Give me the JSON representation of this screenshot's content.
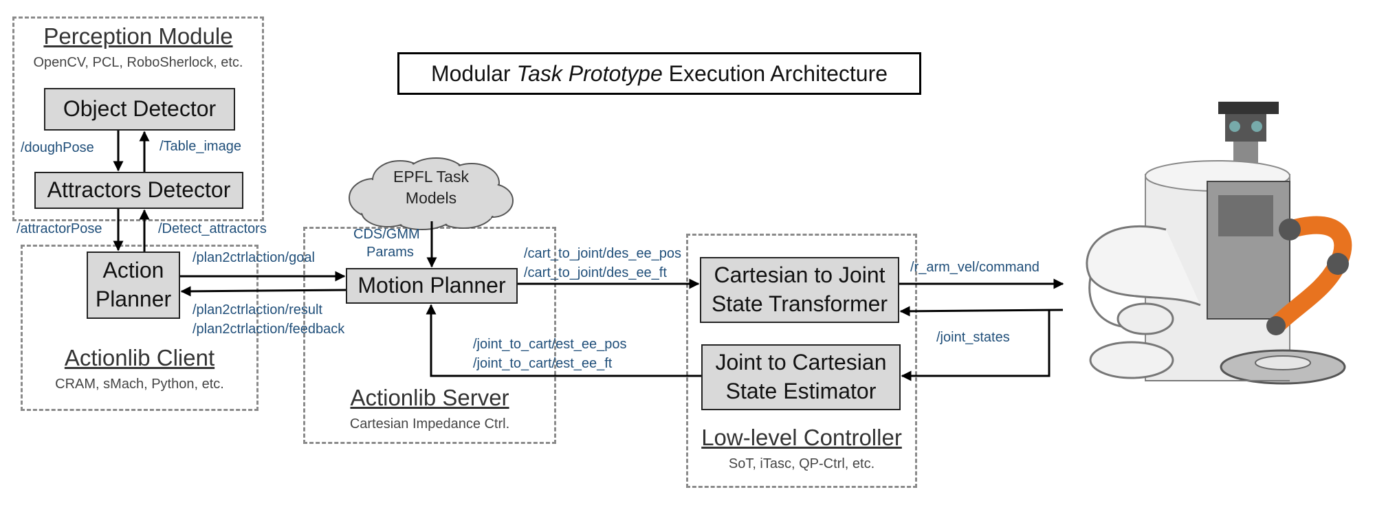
{
  "title": {
    "before": "Modular ",
    "italic": "Task Prototype",
    "after": " Execution Architecture"
  },
  "perception": {
    "title": "Perception Module",
    "subtitle": "OpenCV, PCL, RoboSherlock, etc.",
    "object_detector": "Object Detector",
    "attractors_detector": "Attractors Detector"
  },
  "client": {
    "title": "Actionlib Client",
    "subtitle": "CRAM, sMach, Python, etc.",
    "action_planner": "Action\nPlanner"
  },
  "server": {
    "title": "Actionlib Server",
    "subtitle": "Cartesian Impedance Ctrl.",
    "motion_planner": "Motion Planner"
  },
  "lowlevel": {
    "title": "Low-level Controller",
    "subtitle": "SoT, iTasc, QP-Ctrl, etc.",
    "transformer": "Cartesian to Joint\nState Transformer",
    "estimator": "Joint to Cartesian\nState Estimator"
  },
  "cloud": {
    "label": "EPFL Task\nModels"
  },
  "topics": {
    "dough_pose": "/doughPose",
    "table_image": "/Table_image",
    "attractor_pose": "/attractorPose",
    "detect_attractors": "/Detect_attractors",
    "goal": "/plan2ctrlaction/goal",
    "result": "/plan2ctrlaction/result",
    "feedback": "/plan2ctrlaction/feedback",
    "cds_gmm": "CDS/GMM",
    "params": "Params",
    "des_ee_pos": "/cart_to_joint/des_ee_pos",
    "des_ee_ft": "/cart_to_joint/des_ee_ft",
    "est_ee_pos": "/joint_to_cart/est_ee_pos",
    "est_ee_ft": "/joint_to_cart/est_ee_ft",
    "arm_vel": "/r_arm_vel/command",
    "joint_states": "/joint_states"
  },
  "colors": {
    "box_fill": "#d9d9d9",
    "topic_text": "#1f4e79",
    "robot_orange": "#e8731f"
  }
}
